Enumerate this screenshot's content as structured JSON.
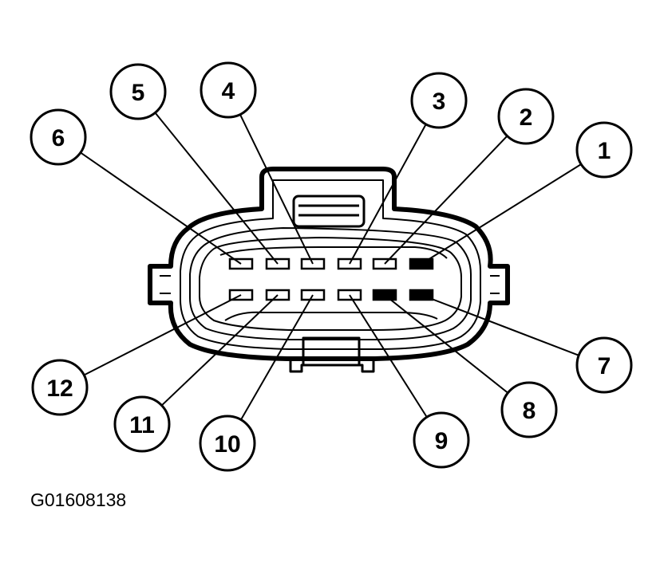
{
  "figure_id": "G01608138",
  "colors": {
    "line": "#000000",
    "background": "#ffffff"
  },
  "callouts": [
    {
      "label": "1",
      "pin_fill": "solid"
    },
    {
      "label": "2",
      "pin_fill": "outline"
    },
    {
      "label": "3",
      "pin_fill": "outline"
    },
    {
      "label": "4",
      "pin_fill": "outline"
    },
    {
      "label": "5",
      "pin_fill": "outline"
    },
    {
      "label": "6",
      "pin_fill": "outline"
    },
    {
      "label": "7",
      "pin_fill": "solid"
    },
    {
      "label": "8",
      "pin_fill": "solid"
    },
    {
      "label": "9",
      "pin_fill": "outline"
    },
    {
      "label": "10",
      "pin_fill": "outline"
    },
    {
      "label": "11",
      "pin_fill": "outline"
    },
    {
      "label": "12",
      "pin_fill": "outline"
    }
  ]
}
